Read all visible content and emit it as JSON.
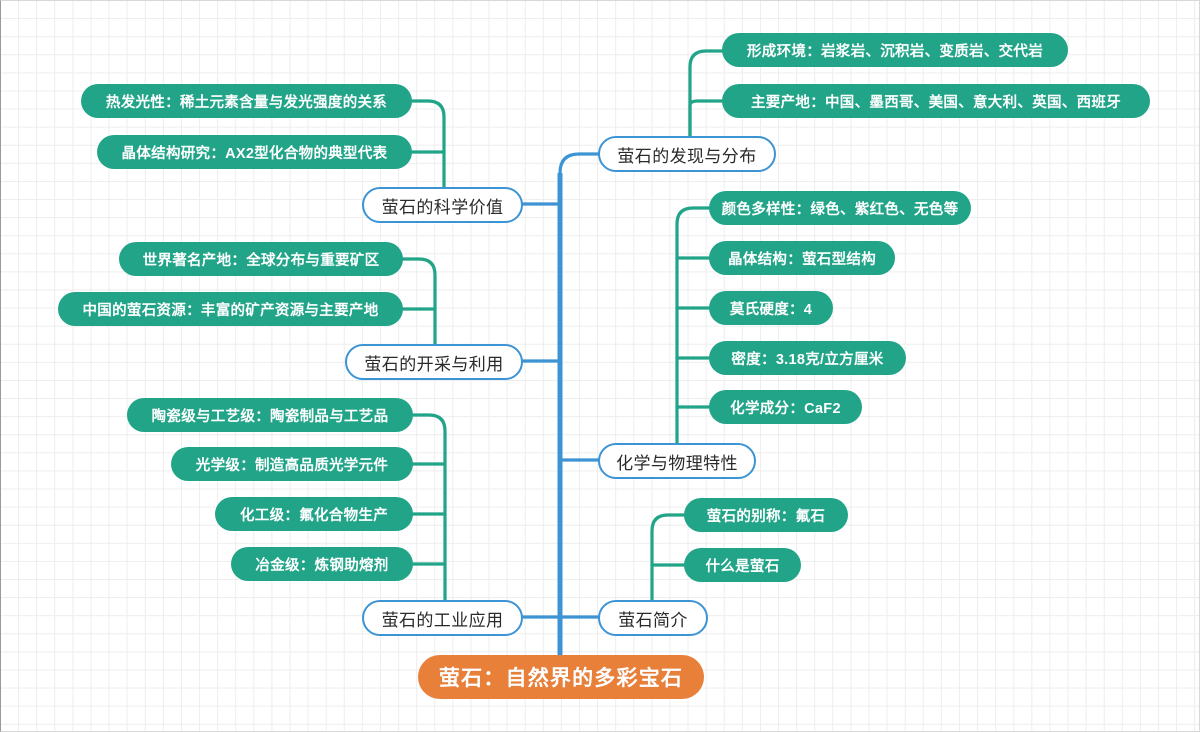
{
  "meta": {
    "title": "萤石：自然界的多彩宝石",
    "colors": {
      "root_fill": "#e8803a",
      "branch_stroke": "#3d94d4",
      "leaf_fill": "#21a488",
      "leaf_stroke": "#21a488",
      "grid_line": "#ededed",
      "canvas_bg": "#ffffff"
    }
  },
  "root": {
    "label": "萤石：自然界的多彩宝石"
  },
  "branches": [
    {
      "id": "discovery",
      "label": "萤石的发现与分布",
      "side": "right",
      "children": [
        {
          "label": "形成环境：岩浆岩、沉积岩、变质岩、交代岩"
        },
        {
          "label": "主要产地：中国、墨西哥、美国、意大利、英国、西班牙"
        }
      ]
    },
    {
      "id": "properties",
      "label": "化学与物理特性",
      "side": "right",
      "children": [
        {
          "label": "颜色多样性：绿色、紫红色、无色等"
        },
        {
          "label": "晶体结构：萤石型结构"
        },
        {
          "label": "莫氏硬度：4"
        },
        {
          "label": "密度：3.18克/立方厘米"
        },
        {
          "label": "化学成分：CaF2"
        }
      ]
    },
    {
      "id": "intro",
      "label": "萤石简介",
      "side": "right",
      "children": [
        {
          "label": "萤石的别称：氟石"
        },
        {
          "label": "什么是萤石"
        }
      ]
    },
    {
      "id": "science",
      "label": "萤石的科学价值",
      "side": "left",
      "children": [
        {
          "label": "热发光性：稀土元素含量与发光强度的关系"
        },
        {
          "label": "晶体结构研究：AX2型化合物的典型代表"
        }
      ]
    },
    {
      "id": "mining",
      "label": "萤石的开采与利用",
      "side": "left",
      "children": [
        {
          "label": "世界著名产地：全球分布与重要矿区"
        },
        {
          "label": "中国的萤石资源：丰富的矿产资源与主要产地"
        }
      ]
    },
    {
      "id": "industry",
      "label": "萤石的工业应用",
      "side": "left",
      "children": [
        {
          "label": "陶瓷级与工艺级：陶瓷制品与工艺品"
        },
        {
          "label": "光学级：制造高品质光学元件"
        },
        {
          "label": "化工级：氟化合物生产"
        },
        {
          "label": "冶金级：炼钢助熔剂"
        }
      ]
    }
  ]
}
